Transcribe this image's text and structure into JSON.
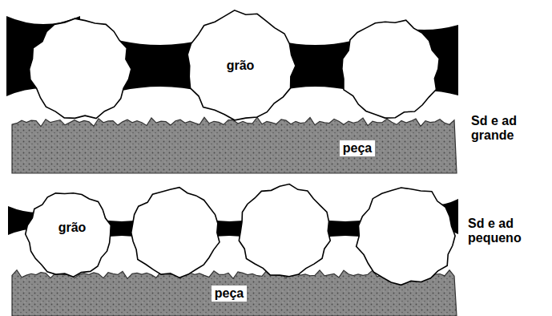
{
  "diagram": {
    "labels": [
      "grão",
      "Sd e ad grande",
      "peça",
      "grão",
      "Sd e ad pequeno",
      "peça"
    ]
  }
}
